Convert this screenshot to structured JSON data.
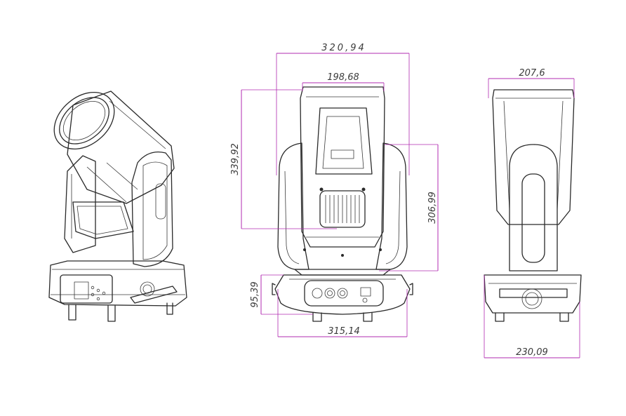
{
  "dimensions": {
    "front_total_width": "320,94",
    "head_width": "198,68",
    "head_height": "339,92",
    "arm_height": "306,99",
    "base_height": "95,39",
    "base_width": "315,14",
    "side_head_width": "207,6",
    "side_base_width": "230,09"
  },
  "colors": {
    "dimension_line": "#b02bb0",
    "drawing_line": "#2a2a2a",
    "background": "#ffffff"
  }
}
